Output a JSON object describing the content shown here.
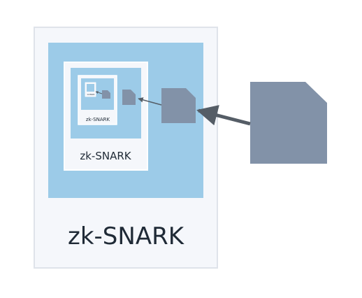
{
  "labels": {
    "outer": "zk-SNARK",
    "middle": "zk-SNARK",
    "inner": "zk-SNARK",
    "innermost": "zk-SNARK"
  },
  "colors": {
    "background": "#ffffff",
    "card_fill": "#f5f7fb",
    "card_stroke": "#dfe3ea",
    "panel_blue": "#9ccbe8",
    "document_gray": "#8292a8",
    "arrow_dark": "#555d66",
    "text_dark": "#1f2a36"
  },
  "icons": {
    "large_document": "document-icon",
    "medium_document": "document-icon",
    "small_document": "document-icon"
  }
}
